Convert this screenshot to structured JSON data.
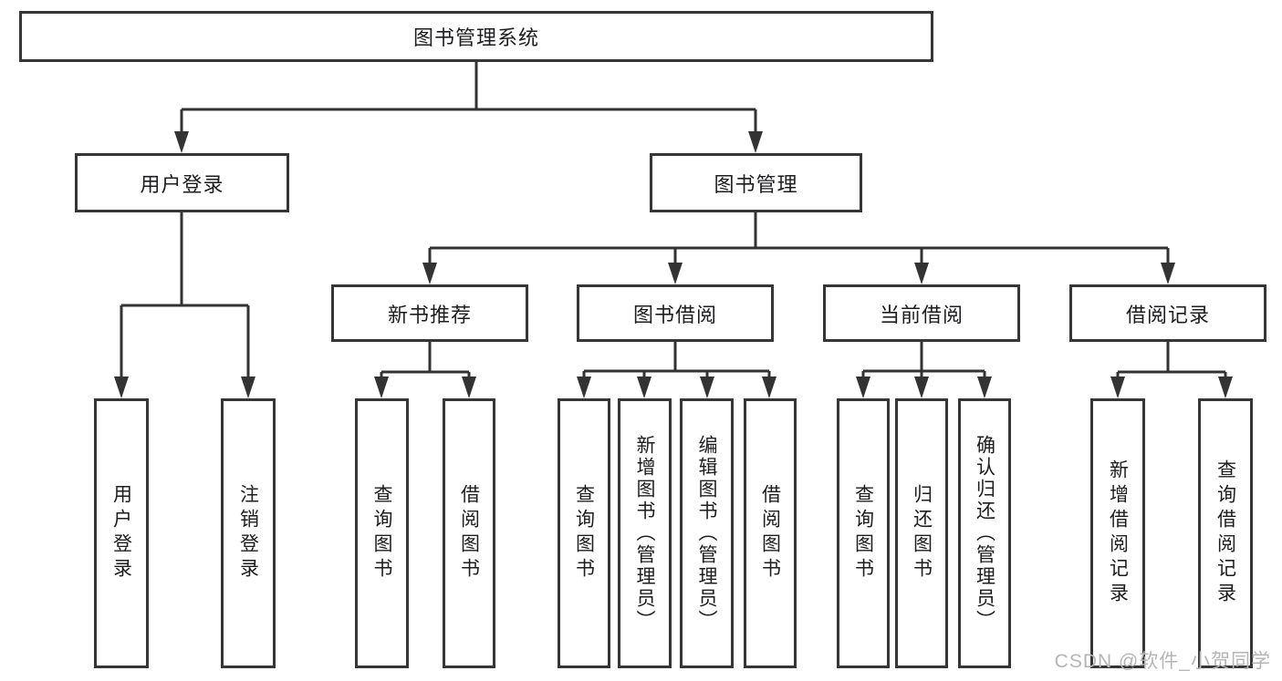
{
  "page": {
    "background": "#ffffff",
    "line_color": "#333333",
    "border_color": "#363636"
  },
  "tree": {
    "root": {
      "label": "图书管理系统"
    },
    "branches": [
      {
        "label": "用户登录",
        "children": [
          "用户登录",
          "注销登录"
        ]
      },
      {
        "label": "图书管理"
      }
    ],
    "modules": [
      {
        "label": "新书推荐",
        "children": [
          "查询图书",
          "借阅图书"
        ]
      },
      {
        "label": "图书借阅",
        "children": [
          "查询图书",
          "新增图书（管理员）",
          "编辑图书（管理员）",
          "借阅图书"
        ]
      },
      {
        "label": "当前借阅",
        "children": [
          "查询图书",
          "归还图书",
          "确认归还（管理员）"
        ]
      },
      {
        "label": "借阅记录",
        "children": [
          "新增借阅记录",
          "查询借阅记录"
        ]
      }
    ]
  },
  "watermark": {
    "text": "CSDN @软件_小贺同学",
    "color": "#b5b5b5"
  }
}
